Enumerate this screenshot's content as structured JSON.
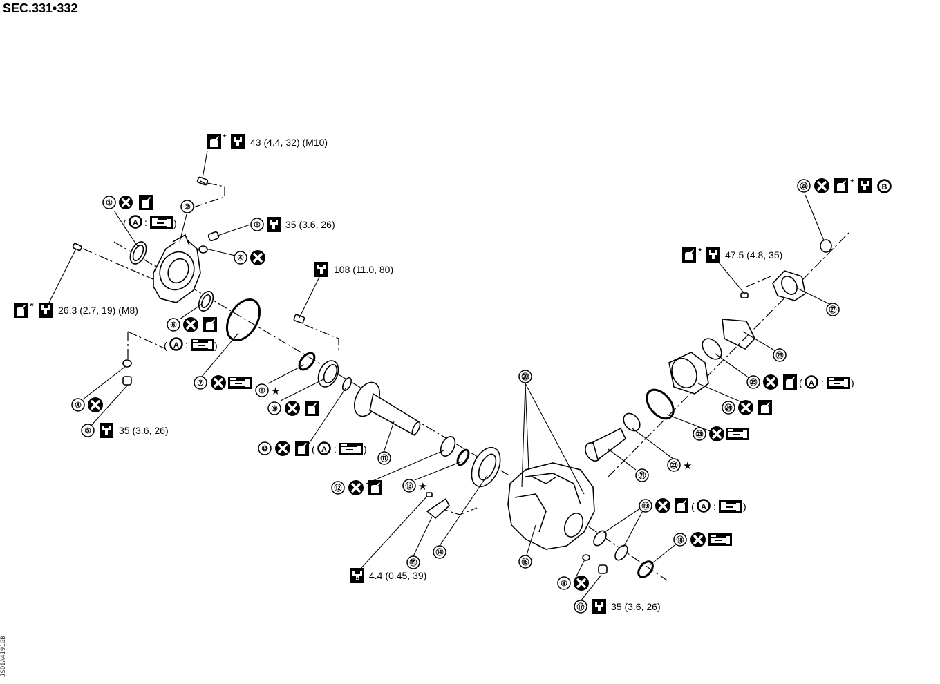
{
  "header": {
    "section": "SEC.331•332"
  },
  "figure_code": "JSDIA4191GB",
  "glyphs": {
    "star": "★",
    "asterisk": "*",
    "A": "A",
    "B": "B",
    "colon": ":"
  },
  "icons": {
    "circle-x": "do-not-reuse-icon",
    "grease": "apply-fluid-icon",
    "torque": "torque-wrench-icon",
    "torque-alt": "torque-wrench-alt-icon",
    "sealant": "sealant-tube-icon"
  },
  "callouts": {
    "c1": "①",
    "c2": "②",
    "c3": "③",
    "c4": "④",
    "c5": "⑤",
    "c6": "⑥",
    "c7": "⑦",
    "c8": "⑧",
    "c9": "⑨",
    "c10": "⑩",
    "c11": "⑪",
    "c12": "⑫",
    "c13": "⑬",
    "c14": "⑭",
    "c15": "⑮",
    "c16": "⑯",
    "c17": "⑰",
    "c18": "⑱",
    "c19": "⑲",
    "c20": "⑳",
    "c21": "㉑",
    "c22": "㉒",
    "c23": "㉓",
    "c24": "㉔",
    "c25": "㉕",
    "c26": "㉖",
    "c27": "㉗",
    "c28": "㉘"
  },
  "torque_specs": {
    "bolt_m10": "43 (4.4, 32) (M10)",
    "plug_3": "35 (3.6, 26)",
    "bolt_108": "108 (11.0, 80)",
    "bolt_m8": "26.3 (2.7, 19) (M8)",
    "plug_5": "35 (3.6, 26)",
    "screw_15": "4.4 (0.45, 39)",
    "plug_17": "35 (3.6, 26)",
    "bolt_47": "47.5 (4.8, 35)"
  }
}
